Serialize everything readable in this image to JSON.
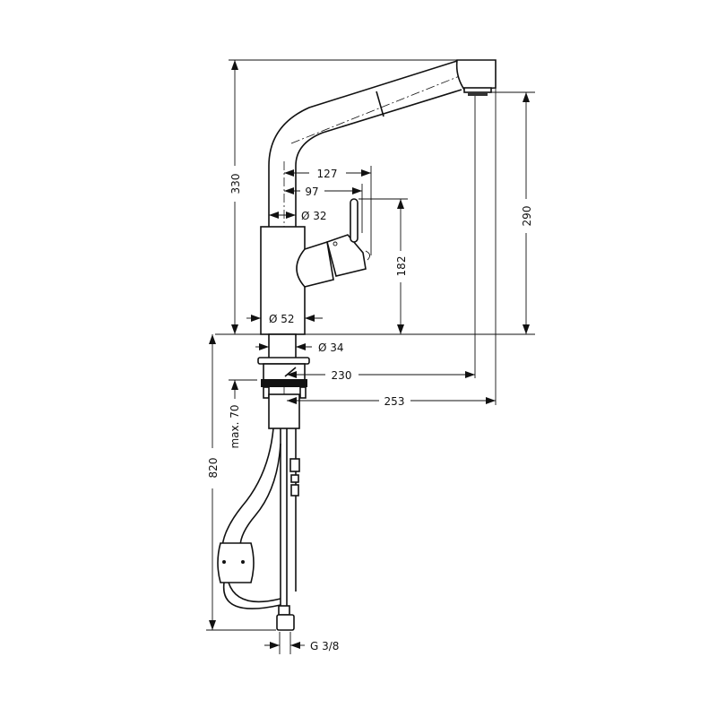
{
  "drawing": {
    "title": "Kitchen faucet dimension drawing",
    "dimensions": {
      "total_height": "330",
      "spout_reach_handle": "127",
      "handle_offset": "97",
      "pipe_diameter": "Ø 32",
      "handle_height": "182",
      "outlet_height": "290",
      "body_diameter": "Ø 52",
      "shank_diameter": "Ø 34",
      "reach_230": "230",
      "reach_253": "253",
      "max_deck_thickness": "max. 70",
      "hose_length": "820",
      "connection_thread": "G 3/8"
    }
  }
}
